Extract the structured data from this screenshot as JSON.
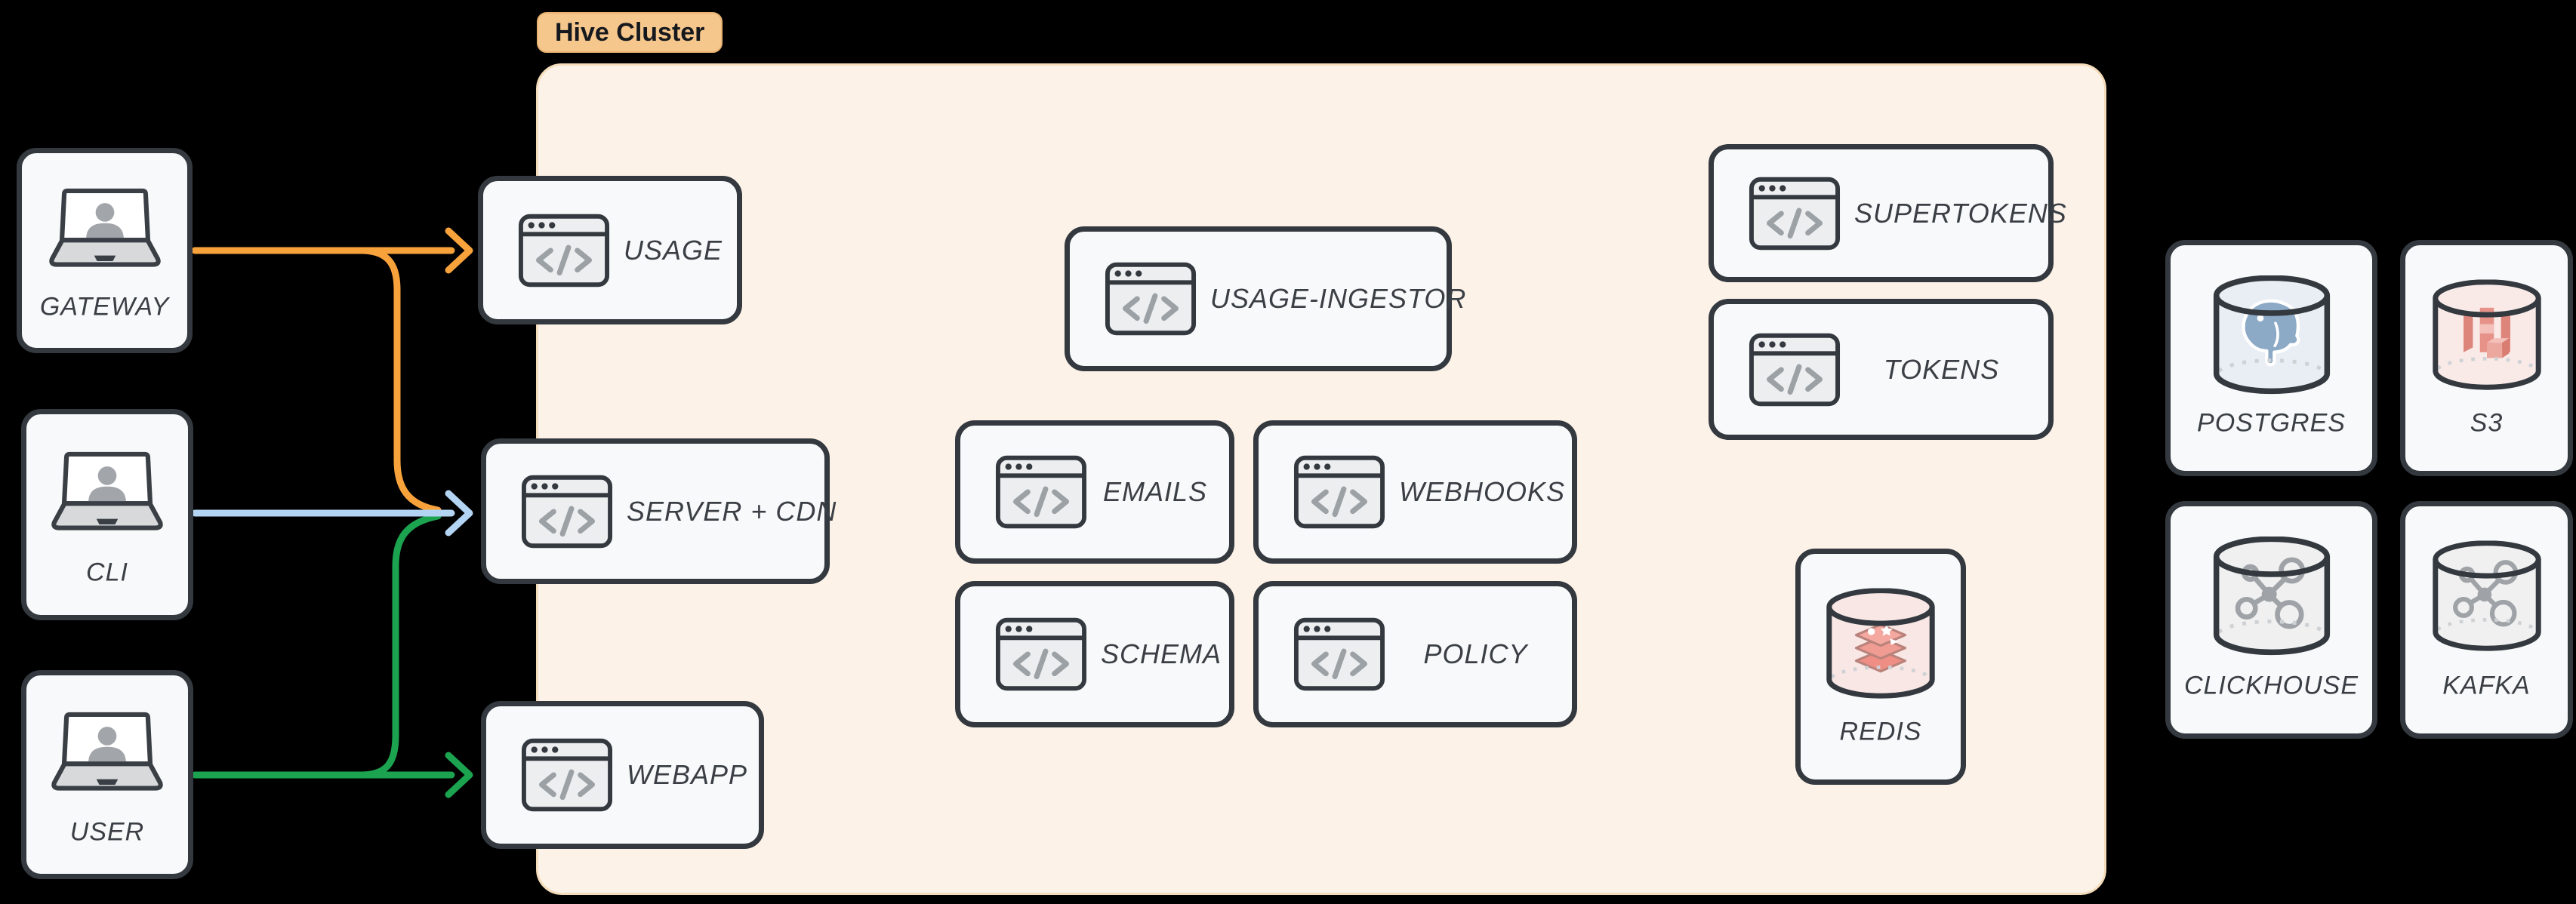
{
  "cluster": {
    "label": "Hive Cluster"
  },
  "clients": [
    {
      "label": "GATEWAY",
      "icon": "laptop-user-icon"
    },
    {
      "label": "CLI",
      "icon": "laptop-user-icon"
    },
    {
      "label": "USER",
      "icon": "laptop-user-icon"
    }
  ],
  "services": [
    {
      "label": "USAGE",
      "icon": "code-window-icon"
    },
    {
      "label": "SERVER + CDN",
      "icon": "code-window-icon"
    },
    {
      "label": "WEBAPP",
      "icon": "code-window-icon"
    },
    {
      "label": "USAGE-INGESTOR",
      "icon": "code-window-icon"
    },
    {
      "label": "EMAILS",
      "icon": "code-window-icon"
    },
    {
      "label": "WEBHOOKS",
      "icon": "code-window-icon"
    },
    {
      "label": "SCHEMA",
      "icon": "code-window-icon"
    },
    {
      "label": "POLICY",
      "icon": "code-window-icon"
    },
    {
      "label": "SUPERTOKENS",
      "icon": "code-window-icon"
    },
    {
      "label": "TOKENS",
      "icon": "code-window-icon"
    }
  ],
  "datastores": [
    {
      "label": "REDIS",
      "icon": "redis-db-icon"
    },
    {
      "label": "POSTGRES",
      "icon": "postgres-db-icon"
    },
    {
      "label": "S3",
      "icon": "s3-db-icon"
    },
    {
      "label": "CLICKHOUSE",
      "icon": "clickhouse-db-icon"
    },
    {
      "label": "KAFKA",
      "icon": "kafka-db-icon"
    }
  ],
  "edges": [
    {
      "from": "GATEWAY",
      "to": "USAGE",
      "color": "#F7A23B"
    },
    {
      "from": "GATEWAY",
      "to": "SERVER + CDN",
      "color": "#F7A23B"
    },
    {
      "from": "CLI",
      "to": "SERVER + CDN",
      "color": "#B3D4F3"
    },
    {
      "from": "USER",
      "to": "SERVER + CDN",
      "color": "#1CA350"
    },
    {
      "from": "USER",
      "to": "WEBAPP",
      "color": "#1CA350"
    }
  ],
  "colors": {
    "orange": "#F7A23B",
    "blue": "#B3D4F3",
    "green": "#1CA350",
    "node_border": "#33393F",
    "node_fill": "#F8F9FA",
    "label_text": "#3A3F45",
    "cluster_fill": "#FCF2E8",
    "cluster_border": "#F5DCBB",
    "badge_fill": "#F6C78C",
    "badge_text": "#15181D",
    "icon_gray": "#9CA1A6",
    "postgres_tint": "#E9EDF4",
    "s3_tint": "#F9EAE8",
    "redis_tint": "#F9E7E5",
    "clickhouse_tint": "#F0F0F0",
    "kafka_tint": "#F0F0F0"
  }
}
